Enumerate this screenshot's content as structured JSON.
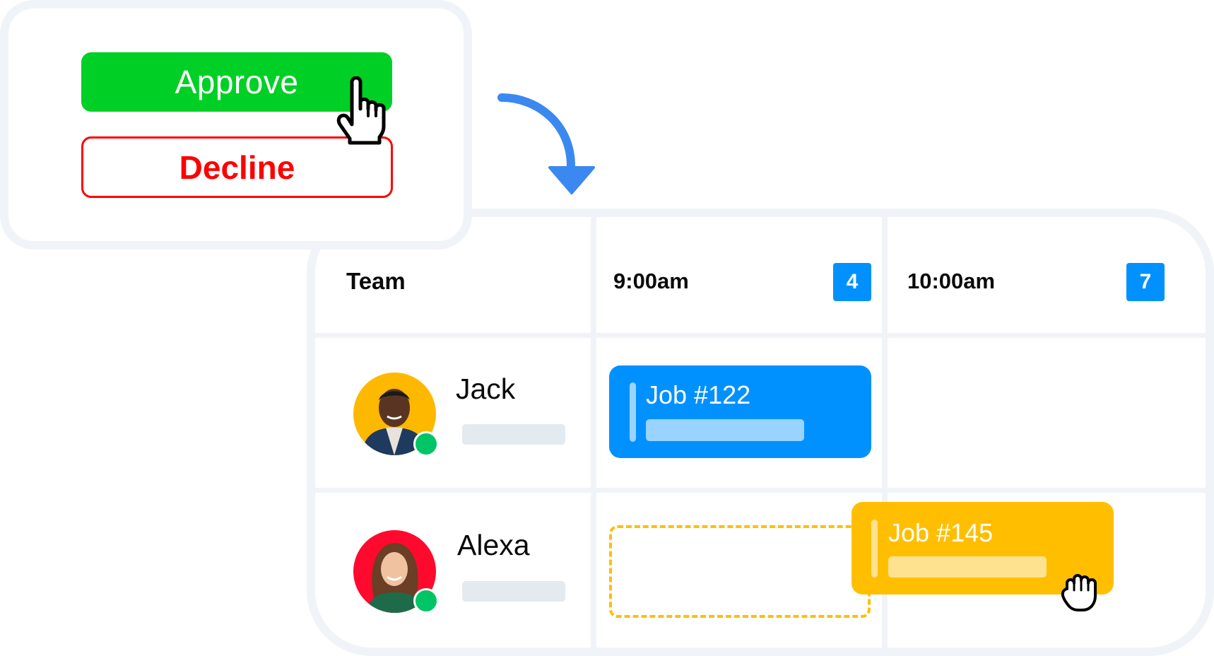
{
  "approval": {
    "approve_label": "Approve",
    "decline_label": "Decline",
    "colors": {
      "approve": "#00D026",
      "decline": "#FF0000"
    }
  },
  "icons": {
    "pointer": "pointer-hand-icon",
    "arrow": "curved-arrow-down-icon",
    "grab": "grab-hand-icon"
  },
  "schedule": {
    "team_header": "Team",
    "columns": [
      {
        "time": "9:00am",
        "count": "4"
      },
      {
        "time": "10:00am",
        "count": "7"
      }
    ],
    "members": [
      {
        "name": "Jack",
        "avatar_bg": "#FFB800",
        "status": "online"
      },
      {
        "name": "Alexa",
        "avatar_bg": "#FF0A2E",
        "status": "online"
      }
    ],
    "jobs": [
      {
        "title": "Job #122",
        "color": "#0091FF",
        "bar_color": "#9AD3FF"
      },
      {
        "title": "Job #145",
        "color": "#FFBF00",
        "bar_color": "#FFE28F"
      }
    ]
  }
}
